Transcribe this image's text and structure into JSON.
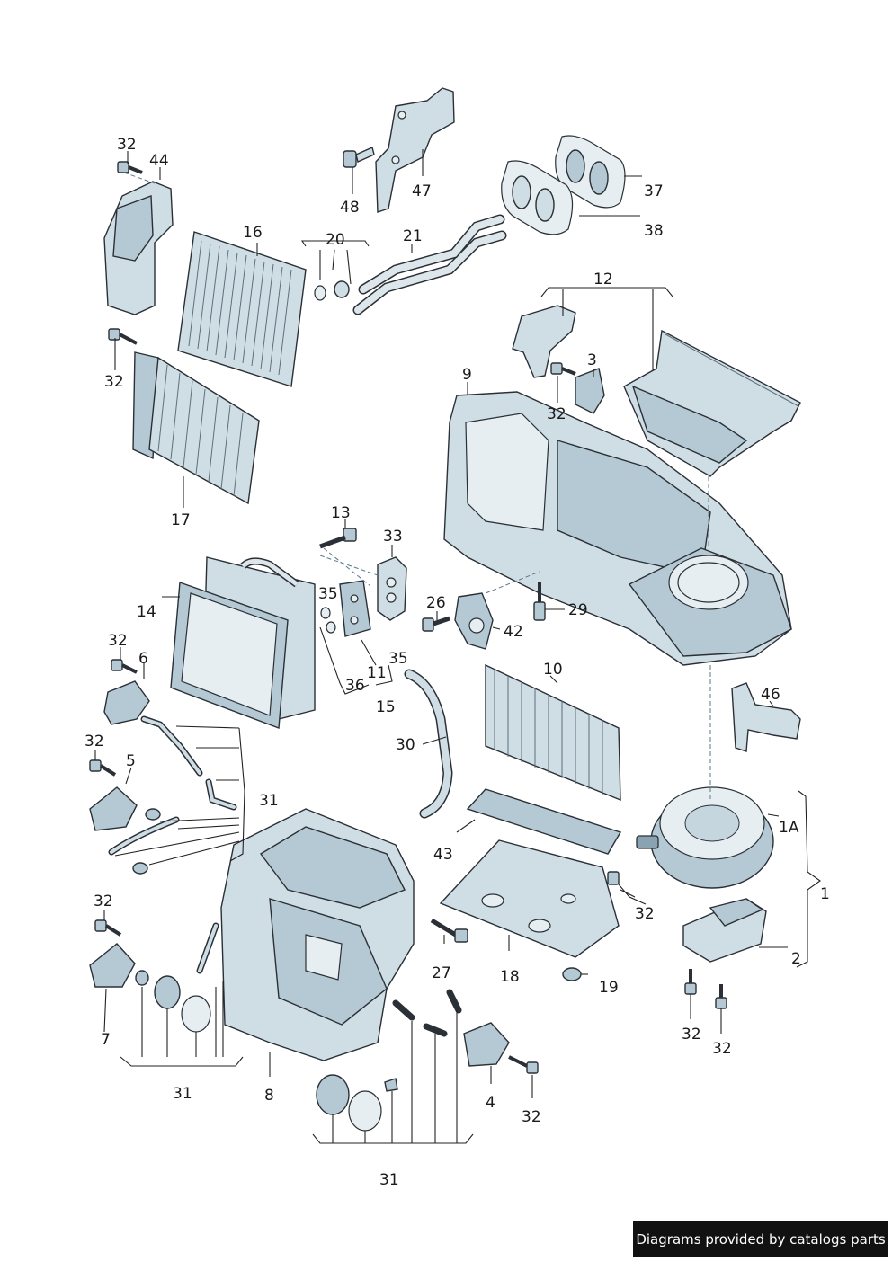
{
  "callouts": {
    "c1": "1",
    "c1A": "1A",
    "c2": "2",
    "c3": "3",
    "c4": "4",
    "c5": "5",
    "c6": "6",
    "c7": "7",
    "c8": "8",
    "c9": "9",
    "c10": "10",
    "c11": "11",
    "c12": "12",
    "c13": "13",
    "c14": "14",
    "c15": "15",
    "c16": "16",
    "c17": "17",
    "c18": "18",
    "c19": "19",
    "c20": "20",
    "c21": "21",
    "c26": "26",
    "c27": "27",
    "c29": "29",
    "c30": "30",
    "c31": "31",
    "c32": "32",
    "c33": "33",
    "c35": "35",
    "c36": "36",
    "c37": "37",
    "c38": "38",
    "c42": "42",
    "c43": "43",
    "c44": "44",
    "c46": "46",
    "c47": "47",
    "c48": "48"
  },
  "footer": {
    "text": "Diagrams provided by catalogs parts"
  }
}
